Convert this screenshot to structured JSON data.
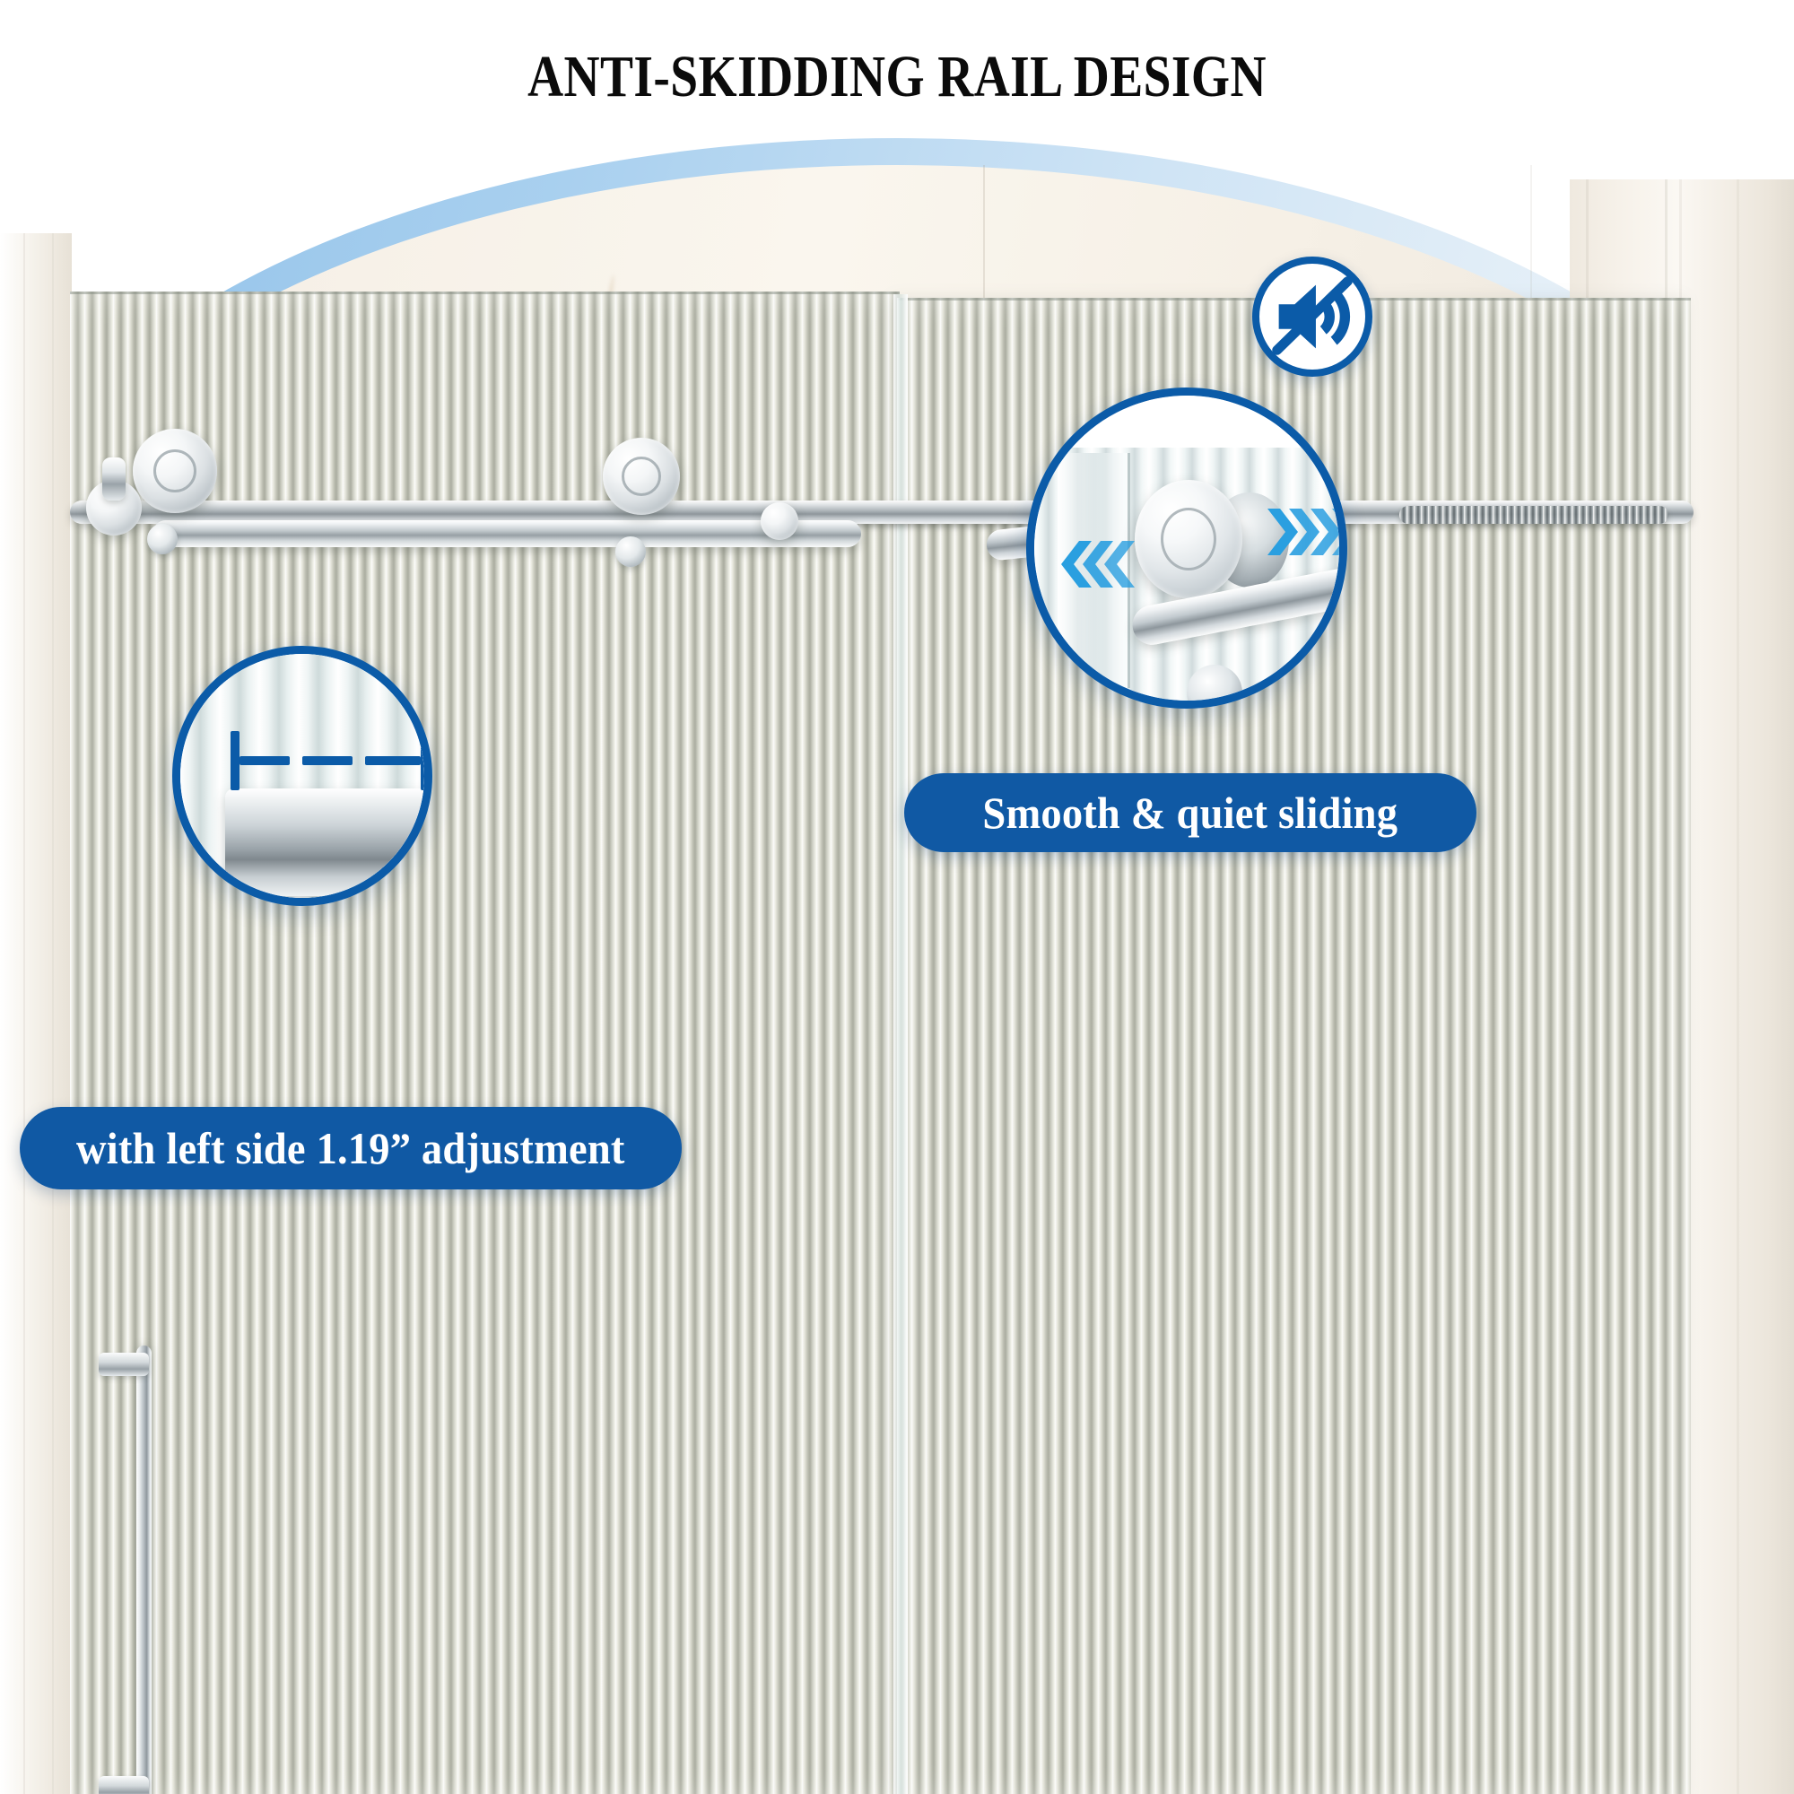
{
  "page": {
    "title": "ANTI-SKIDDING RAIL DESIGN",
    "accent_blue": "#0b5ba8",
    "pill_blue": "#1059a4",
    "arrow_blue": "#2a9fe0",
    "title_color": "#0b0b0b"
  },
  "callouts": [
    {
      "id": "adjustment",
      "label": "with left side 1.19” adjustment",
      "icon": "dimension-measure-icon",
      "subject": "rail-end-cap-adjustment"
    },
    {
      "id": "sliding",
      "label": "Smooth & quiet sliding",
      "icon": "mute-speaker-icon",
      "subject": "roller-wheel-mechanism",
      "arrows": [
        "chevrons-left",
        "chevrons-right"
      ]
    }
  ],
  "scene": {
    "product": "frameless sliding shower door",
    "glass_style": "fluted reeded glass",
    "hardware_finish": "chrome",
    "panels": [
      "glass-panel-left",
      "glass-panel-right"
    ],
    "parts": [
      "top-rail",
      "roller-wheels",
      "pull-handle",
      "wall-jamb"
    ]
  }
}
